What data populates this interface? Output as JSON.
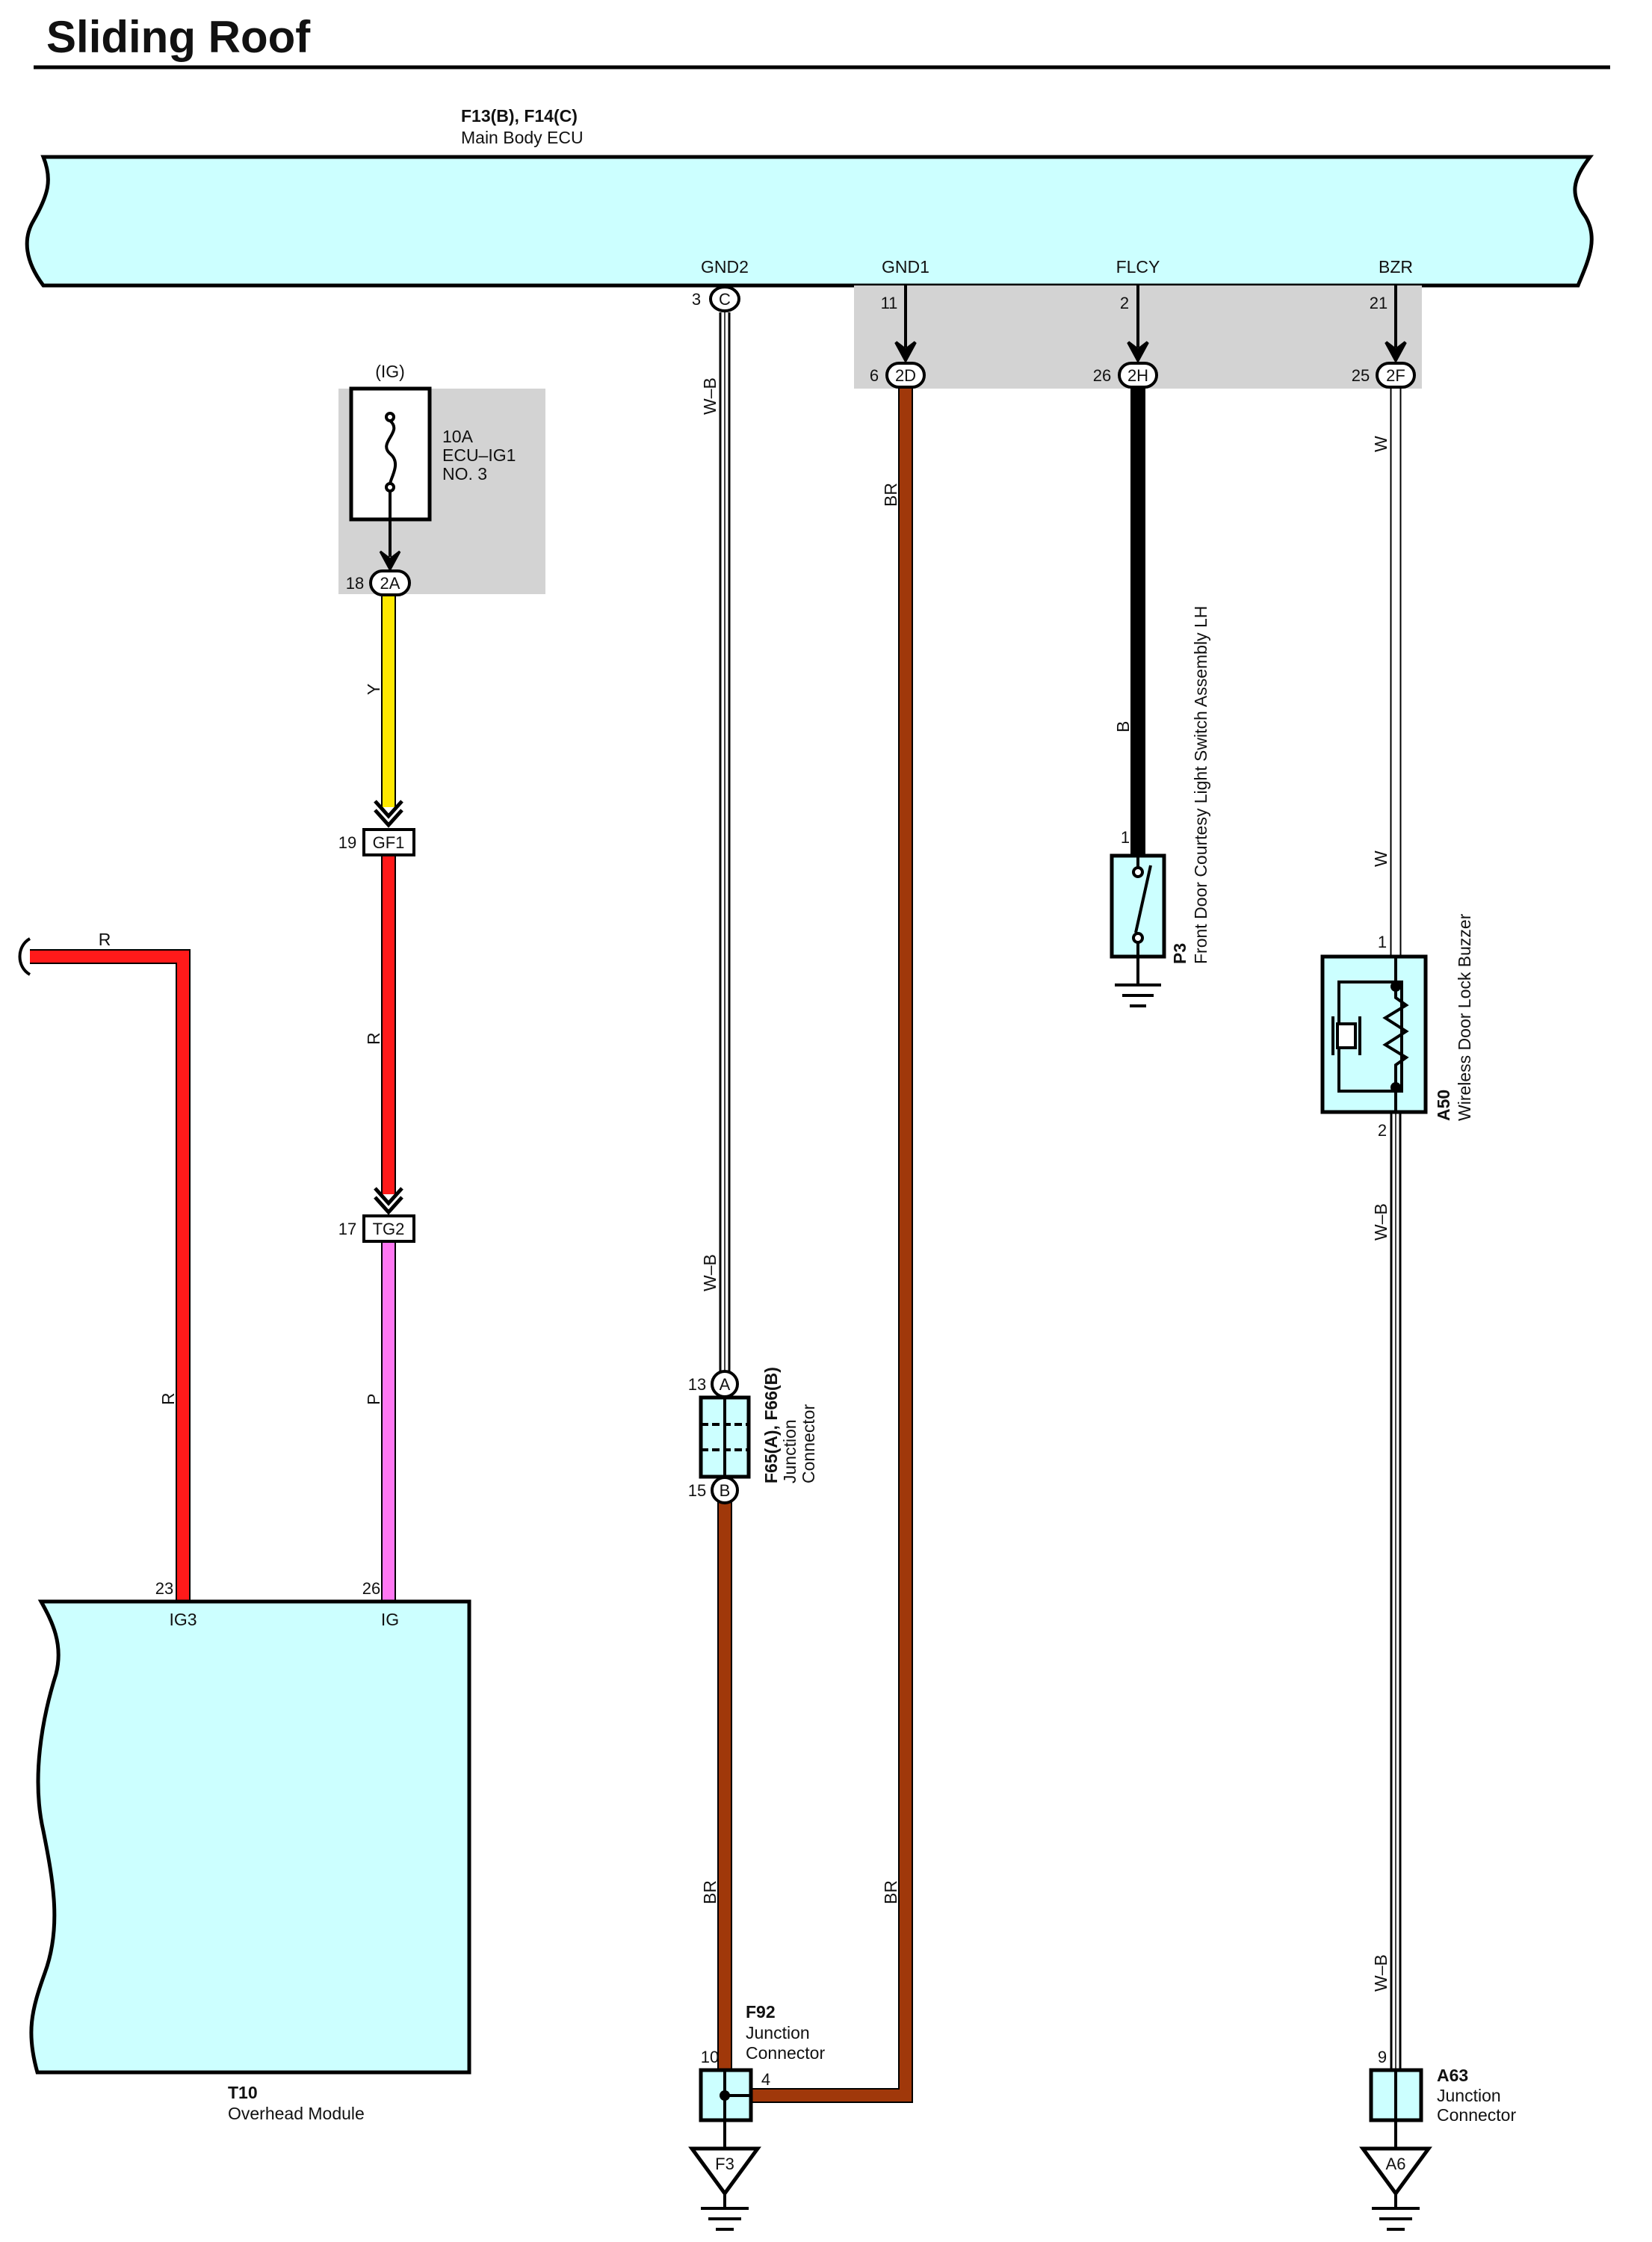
{
  "title": "Sliding Roof",
  "colors": {
    "component_fill": "#ccffff",
    "box_gray": "#d3d3d3",
    "wire_Y": "#ffe800",
    "wire_R": "#ff1a1a",
    "wire_P": "#ff77f2",
    "wire_BR": "#a0380a",
    "wire_B": "#000000",
    "wire_W": "#ffffff",
    "wire_WB": "#ffffff"
  },
  "ecu": {
    "connector": "F13(B), F14(C)",
    "name": "Main Body ECU",
    "terminals": {
      "gnd2": "GND2",
      "gnd1": "GND1",
      "flcy": "FLCY",
      "bzr": "BZR"
    },
    "pins": {
      "gnd2": "3",
      "gnd1": "11",
      "flcy": "2",
      "bzr": "21"
    },
    "conn_ids": {
      "gnd2": "C"
    }
  },
  "junction_block": {
    "conns": {
      "gnd1": "2D",
      "flcy": "2H",
      "bzr": "2F"
    },
    "pins": {
      "gnd1": "6",
      "flcy": "26",
      "bzr": "25"
    }
  },
  "fuse": {
    "supply": "(IG)",
    "rating": "10A",
    "name_line1": "ECU–IG1",
    "name_line2": "NO. 3",
    "conn": "2A",
    "pin": "18"
  },
  "connectors": {
    "gf1": {
      "id": "GF1",
      "pin": "19"
    },
    "tg2": {
      "id": "TG2",
      "pin": "17"
    }
  },
  "wire_colors": {
    "yellow": "Y",
    "red": "R",
    "pink": "P",
    "brown": "BR",
    "black": "B",
    "white": "W",
    "white_black": "W–B"
  },
  "overhead_module": {
    "id": "T10",
    "name": "Overhead Module",
    "term_ig3": "IG3",
    "term_ig": "IG",
    "pin_ig3": "23",
    "pin_ig": "26"
  },
  "junction_f65": {
    "id": "F65(A), F66(B)",
    "line1": "Junction",
    "line2": "Connector",
    "conn_a": "A",
    "conn_b": "B",
    "pin_a": "13",
    "pin_b": "15"
  },
  "switch_p3": {
    "id": "P3",
    "name": "Front Door Courtesy Light Switch Assembly LH",
    "pin": "1"
  },
  "buzzer_a50": {
    "id": "A50",
    "name": "Wireless Door Lock Buzzer",
    "pin1": "1",
    "pin2": "2"
  },
  "junction_f92": {
    "id": "F92",
    "line1": "Junction",
    "line2": "Connector",
    "pin_left": "10",
    "pin_right": "4",
    "ground": "F3"
  },
  "junction_a63": {
    "id": "A63",
    "line1": "Junction",
    "line2": "Connector",
    "pin": "9",
    "ground": "A6"
  }
}
